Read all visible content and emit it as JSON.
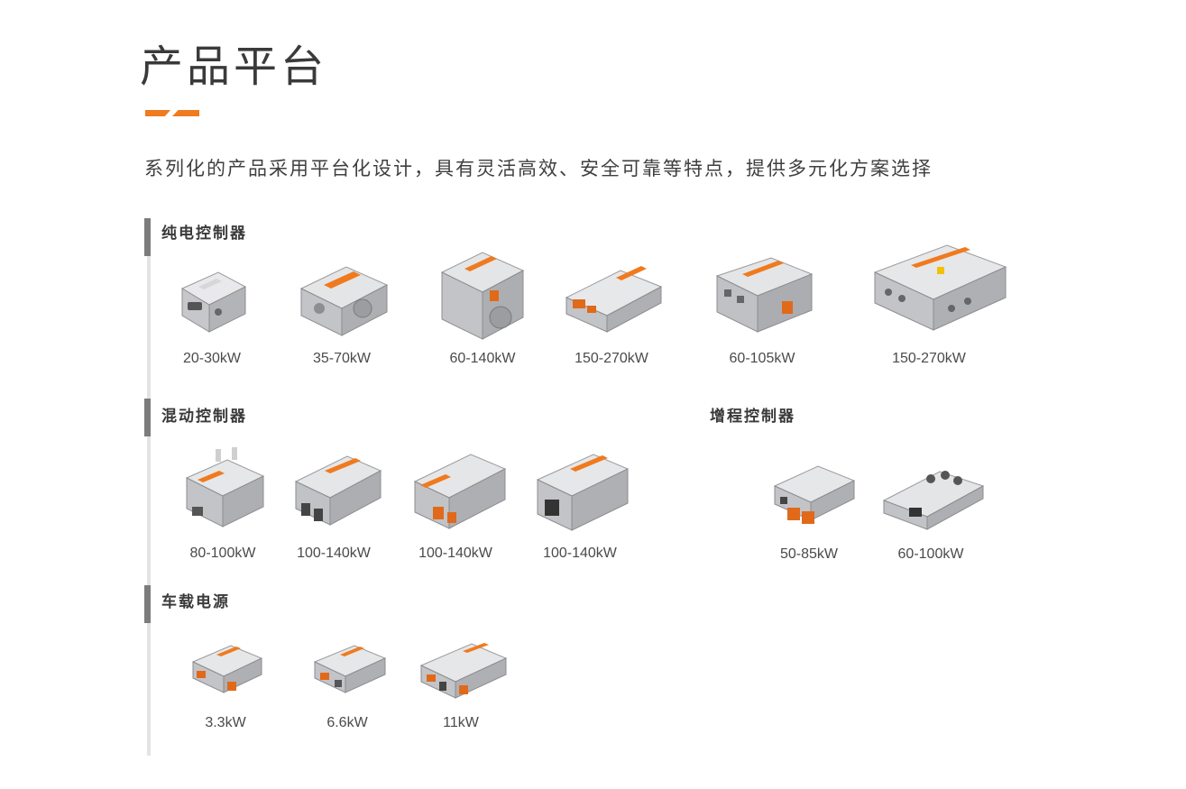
{
  "header": {
    "title": "产品平台",
    "subtitle": "系列化的产品采用平台化设计，具有灵活高效、安全可靠等特点，提供多元化方案选择",
    "accent_color": "#f07a1e"
  },
  "sections": {
    "pure_electric": {
      "title": "纯电控制器",
      "products": [
        {
          "label": "20-30kW",
          "icon": "controller-unit-icon"
        },
        {
          "label": "35-70kW",
          "icon": "controller-unit-icon"
        },
        {
          "label": "60-140kW",
          "icon": "controller-unit-icon"
        },
        {
          "label": "150-270kW",
          "icon": "controller-unit-icon"
        },
        {
          "label": "60-105kW",
          "icon": "controller-unit-icon"
        },
        {
          "label": "150-270kW",
          "icon": "controller-unit-icon"
        }
      ]
    },
    "hybrid": {
      "title": "混动控制器",
      "products": [
        {
          "label": "80-100kW",
          "icon": "controller-unit-icon"
        },
        {
          "label": "100-140kW",
          "icon": "controller-unit-icon"
        },
        {
          "label": "100-140kW",
          "icon": "controller-unit-icon"
        },
        {
          "label": "100-140kW",
          "icon": "controller-unit-icon"
        }
      ]
    },
    "range_extender": {
      "title": "增程控制器",
      "products": [
        {
          "label": "50-85kW",
          "icon": "controller-unit-icon"
        },
        {
          "label": "60-100kW",
          "icon": "controller-unit-icon"
        }
      ]
    },
    "onboard_power": {
      "title": "车载电源",
      "products": [
        {
          "label": "3.3kW",
          "icon": "charger-unit-icon"
        },
        {
          "label": "6.6kW",
          "icon": "charger-unit-icon"
        },
        {
          "label": "11kW",
          "icon": "charger-unit-icon"
        }
      ]
    }
  }
}
